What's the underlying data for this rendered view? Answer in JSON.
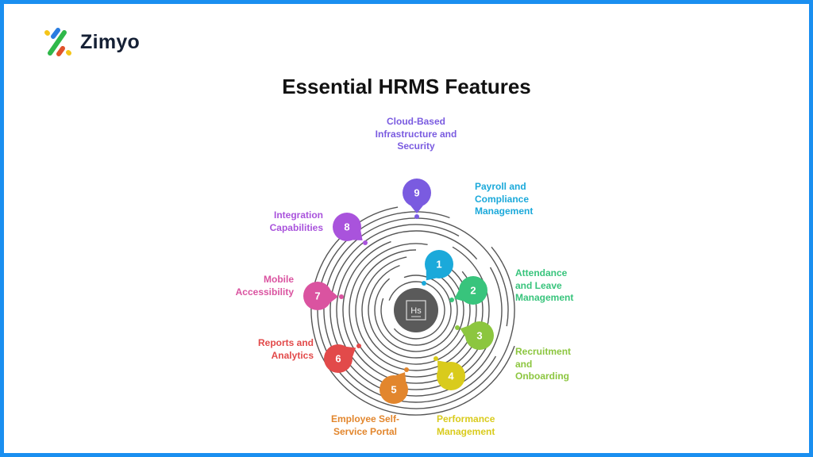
{
  "brand": {
    "name": "Zimyo"
  },
  "title": "Essential HRMS Features",
  "center_icon": "hs-icon",
  "features": [
    {
      "num": "1",
      "label": "Payroll and Compliance Management",
      "color": "#1ba9da"
    },
    {
      "num": "2",
      "label": "Attendance and Leave Management",
      "color": "#38c47c"
    },
    {
      "num": "3",
      "label": "Recruitment and Onboarding",
      "color": "#8cc63f"
    },
    {
      "num": "4",
      "label": "Performance Management",
      "color": "#d9cb1c"
    },
    {
      "num": "5",
      "label": "Employee Self-Service Portal",
      "color": "#e2862d"
    },
    {
      "num": "6",
      "label": "Reports and Analytics",
      "color": "#e24a4a"
    },
    {
      "num": "7",
      "label": "Mobile Accessibility",
      "color": "#da53a0"
    },
    {
      "num": "8",
      "label": "Integration Capabilities",
      "color": "#a953dc"
    },
    {
      "num": "9",
      "label": "Cloud-Based Infrastructure and Security",
      "color": "#7a5be0"
    }
  ]
}
